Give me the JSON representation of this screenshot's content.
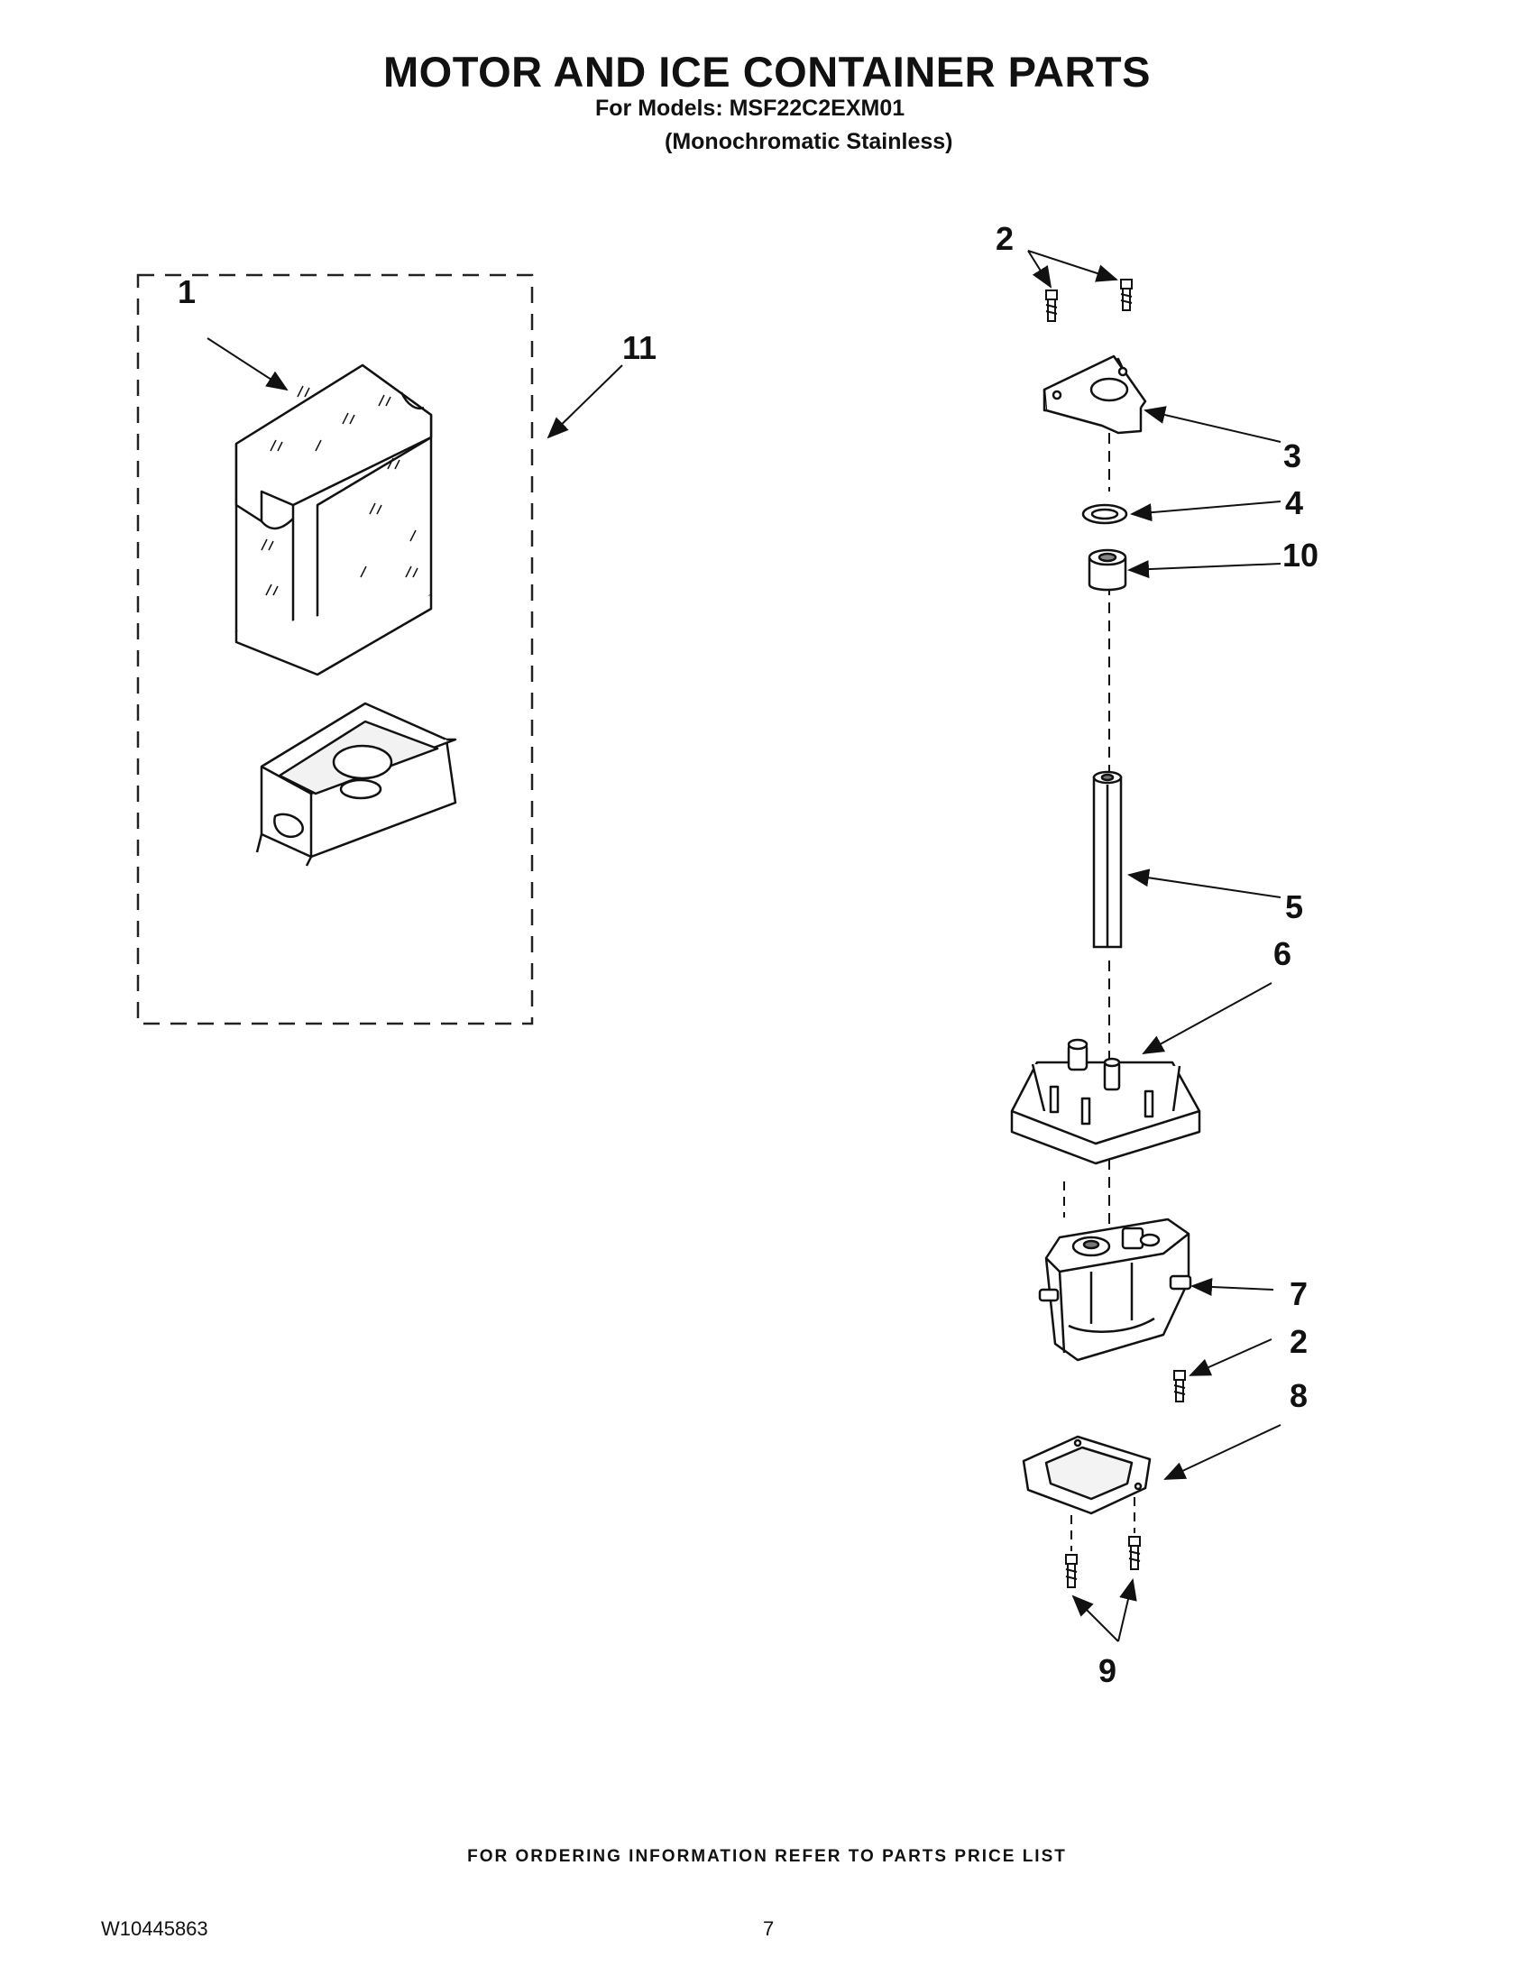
{
  "header": {
    "title": "MOTOR AND ICE CONTAINER PARTS",
    "models_line": "For Models: MSF22C2EXM01",
    "color_line": "(Monochromatic Stainless)"
  },
  "callouts": {
    "c1": "1",
    "c11": "11",
    "c2_top": "2",
    "c3": "3",
    "c4": "4",
    "c10": "10",
    "c5": "5",
    "c6": "6",
    "c7": "7",
    "c2_bottom": "2",
    "c8": "8",
    "c9": "9"
  },
  "footer": {
    "ordering_note": "FOR ORDERING INFORMATION REFER TO PARTS PRICE LIST",
    "doc_number": "W10445863",
    "page_number": "7"
  }
}
